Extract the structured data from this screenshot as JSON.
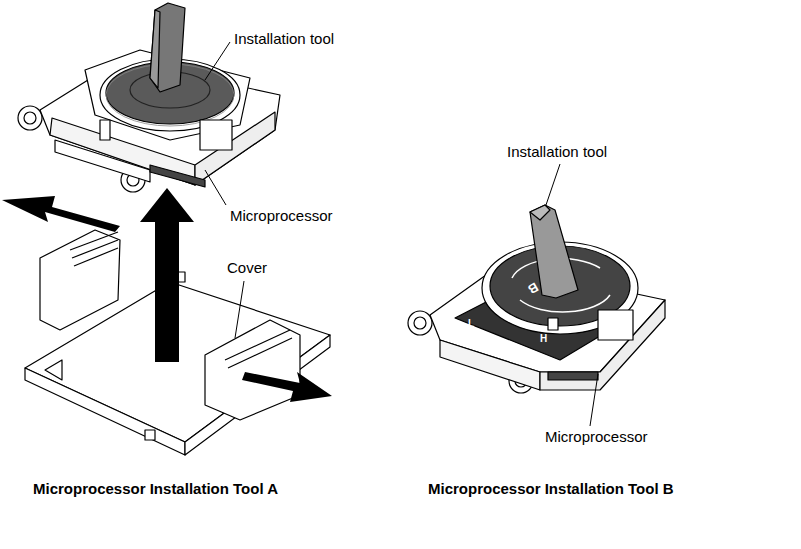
{
  "diagram": {
    "labels": [
      "Installation tool",
      "Microprocessor",
      "Cover",
      "Installation tool",
      "B",
      "L",
      "H",
      "Microprocessor",
      "Microprocessor Installation Tool A",
      "Microprocessor Installation Tool B"
    ]
  }
}
